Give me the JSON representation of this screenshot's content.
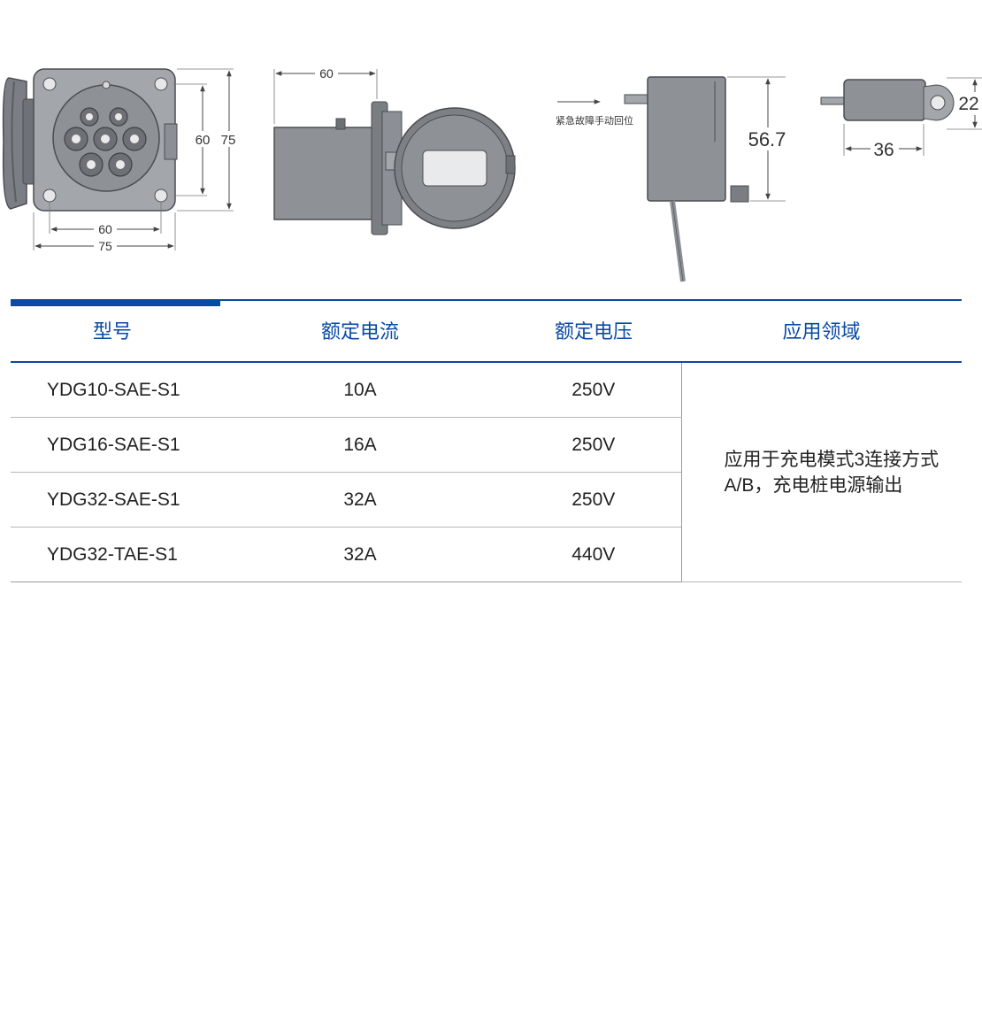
{
  "drawings": {
    "front_view": {
      "inner_width": "60",
      "outer_width": "75",
      "inner_height": "60",
      "outer_height": "75"
    },
    "side_view": {
      "depth": "60"
    },
    "lock_view": {
      "manual_release_label": "紧急故障手动回位",
      "height": "56.7"
    },
    "lock_top_view": {
      "length": "36",
      "width": "22"
    }
  },
  "table": {
    "headers": {
      "model": "型号",
      "current": "额定电流",
      "voltage": "额定电压",
      "application": "应用领域"
    },
    "rows": [
      {
        "model": "YDG10-SAE-S1",
        "current": "10A",
        "voltage": "250V"
      },
      {
        "model": "YDG16-SAE-S1",
        "current": "16A",
        "voltage": "250V"
      },
      {
        "model": "YDG32-SAE-S1",
        "current": "32A",
        "voltage": "250V"
      },
      {
        "model": "YDG32-TAE-S1",
        "current": "32A",
        "voltage": "440V"
      }
    ],
    "application": "应用于充电模式3连接方式A/B，充电桩电源输出"
  },
  "colors": {
    "accent": "#0a4aa6",
    "body_gray": "#8c9096",
    "dark_gray": "#55585c"
  }
}
